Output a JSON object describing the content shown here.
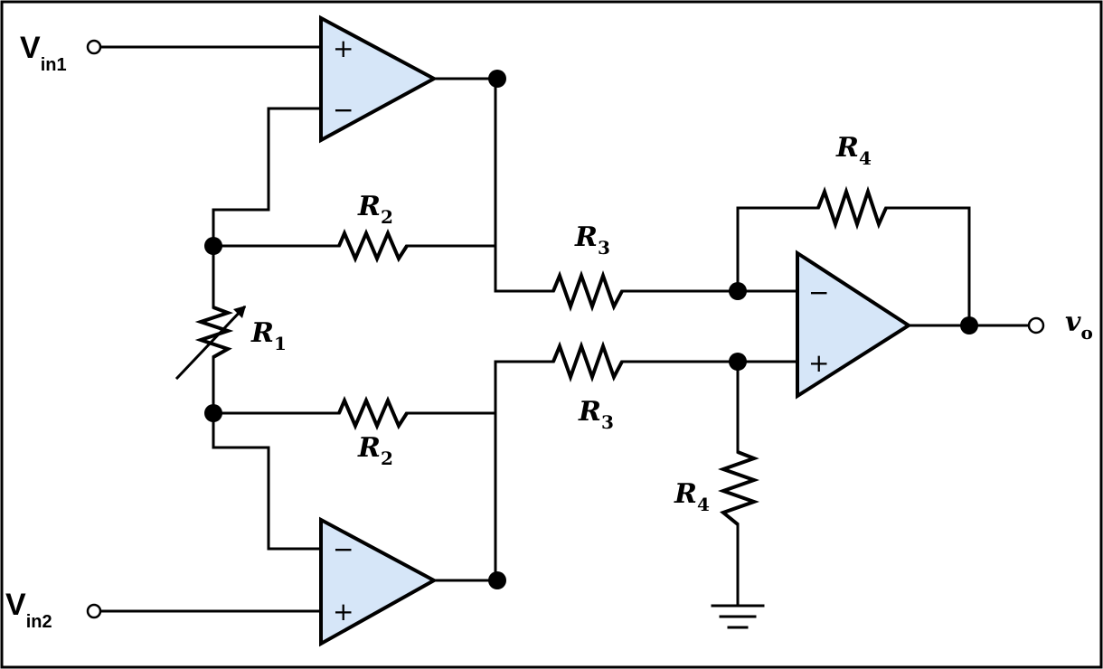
{
  "inputs": {
    "vin1": {
      "main": "V",
      "sub": "in1"
    },
    "vin2": {
      "main": "V",
      "sub": "in2"
    }
  },
  "output": {
    "main": "v",
    "sub": "o"
  },
  "resistors": {
    "r1": {
      "main": "R",
      "sub": "1"
    },
    "r2_top": {
      "main": "R",
      "sub": "2"
    },
    "r2_bottom": {
      "main": "R",
      "sub": "2"
    },
    "r3_top": {
      "main": "R",
      "sub": "3"
    },
    "r3_bottom": {
      "main": "R",
      "sub": "3"
    },
    "r4_feedback": {
      "main": "R",
      "sub": "4"
    },
    "r4_ground": {
      "main": "R",
      "sub": "4"
    }
  },
  "opamp_signs": {
    "plus": "+",
    "minus": "−"
  },
  "colors": {
    "opamp_fill": "#d6e6f8",
    "wire": "#000000",
    "background": "#ffffff"
  }
}
